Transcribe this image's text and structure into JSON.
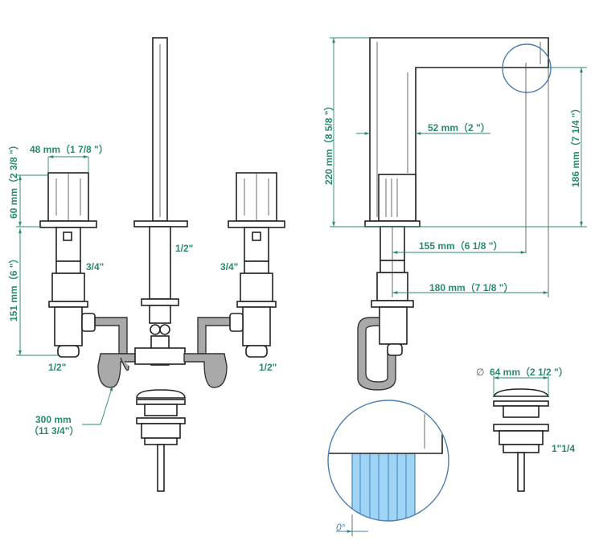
{
  "colors": {
    "dimension": "#2a8a70",
    "detail_circle": "#4a7fb5",
    "hatch_fill": "#9fd4f5",
    "pipe": "#a9a9a9"
  },
  "front_view": {
    "handle_width": "48 mm（1 7/8 \"）",
    "handle_height": "60 mm（2 3/8 \"）",
    "valve_height": "151 mm（6 \"）",
    "left_valve_thread": "3/4\"",
    "right_valve_thread": "3/4\"",
    "spout_thread": "1/2\"",
    "left_inlet": "1/2\"",
    "right_inlet": "1/2\"",
    "hose_length_line1": "300 mm",
    "hose_length_line2": "（11 3/4\"）"
  },
  "side_view": {
    "total_height": "220 mm（8 5/8 \"）",
    "spout_outlet_height": "186 mm（7 1/4 \"）",
    "spout_width": "52 mm（2 \"）",
    "reach_to_outlet": "155 mm（6 1/8 \"）",
    "total_reach": "180 mm（7 1/8 \"）"
  },
  "detail": {
    "angle": "0°"
  },
  "drain": {
    "diameter_symbol": "∅",
    "diameter": "64 mm（2 1/2 \"）",
    "thread": "1\"1/4"
  }
}
